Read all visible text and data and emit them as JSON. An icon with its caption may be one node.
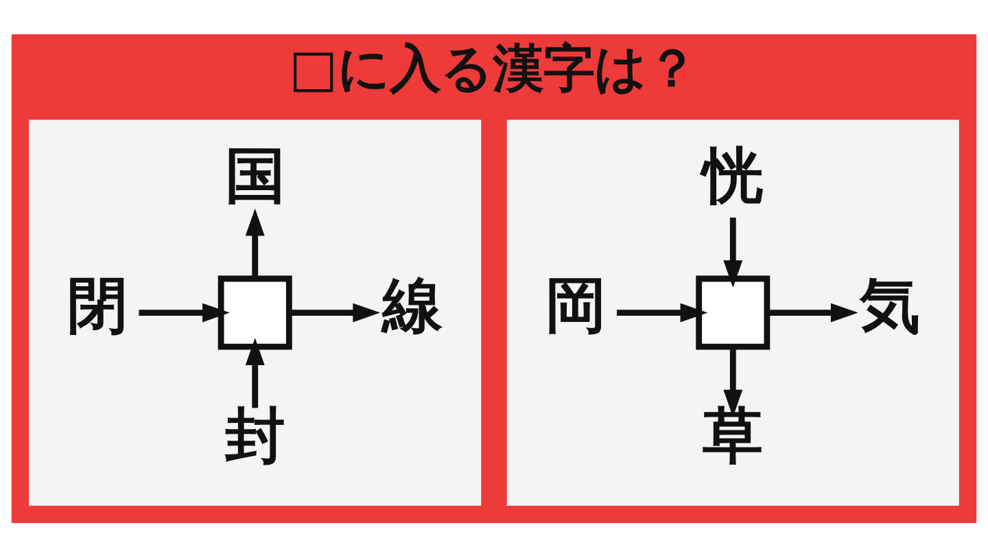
{
  "diagram": {
    "title": "□に入る漢字は？",
    "nodes": [
      {
        "text": [],
        "shape": "box"
      },
      {
        "text": [
          "国"
        ],
        "in": 0
      },
      {
        "text": [
          "閉"
        ],
        "in": 0
      },
      {
        "text": [],
        "shape": "box",
        "in": 0
      },
      {
        "text": [
          "線"
        ],
        "in": 0
      },
      {
        "text": [
          "封"
        ],
        "in": 0
      },
      {
        "text": [],
        "shape": "box"
      },
      {
        "text": [
          "恍"
        ],
        "in": 6
      },
      {
        "text": [
          "岡"
        ],
        "in": 6
      },
      {
        "text": [],
        "shape": "box",
        "in": 6
      },
      {
        "text": [
          "気"
        ],
        "in": 6
      },
      {
        "text": [
          "草"
        ],
        "in": 6
      }
    ],
    "edges": [
      {
        "from": 2,
        "to": 3,
        "arrow": "to"
      },
      {
        "from": 3,
        "to": 1,
        "arrow": "to"
      },
      {
        "from": 3,
        "to": 4,
        "arrow": "to"
      },
      {
        "from": 5,
        "to": 3,
        "arrow": "to"
      },
      {
        "from": 7,
        "to": 9,
        "arrow": "to"
      },
      {
        "from": 8,
        "to": 9,
        "arrow": "to"
      },
      {
        "from": 9,
        "to": 10,
        "arrow": "to"
      },
      {
        "from": 9,
        "to": 11,
        "arrow": "to"
      }
    ]
  }
}
